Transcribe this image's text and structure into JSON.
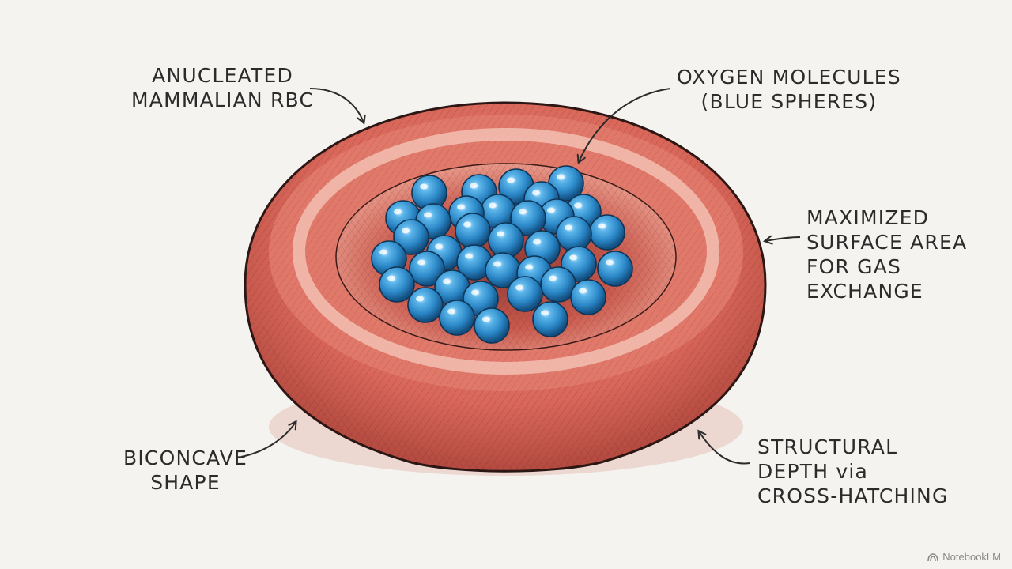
{
  "labels": {
    "anucleated": [
      "ANUCLEATED",
      "MAMMALIAN RBC"
    ],
    "oxygen": [
      "OXYGEN MOLECULES",
      "(BLUE SPHERES)"
    ],
    "surface": [
      "MAXIMIZED",
      "SURFACE AREA",
      "FOR GAS",
      "EXCHANGE"
    ],
    "biconcave": [
      "BICONCAVE",
      "SHAPE"
    ],
    "structural": [
      "STRUCTURAL",
      "DEPTH via",
      "CROSS-HATCHING"
    ]
  },
  "watermark": "NotebookLM",
  "colors": {
    "cell": "#d9675a",
    "cell_dark": "#b9473f",
    "cell_light": "#f2b4a6",
    "sphere": "#2d8fcf",
    "sphere_dark": "#1a5f95",
    "ink": "#2b2b2b"
  }
}
